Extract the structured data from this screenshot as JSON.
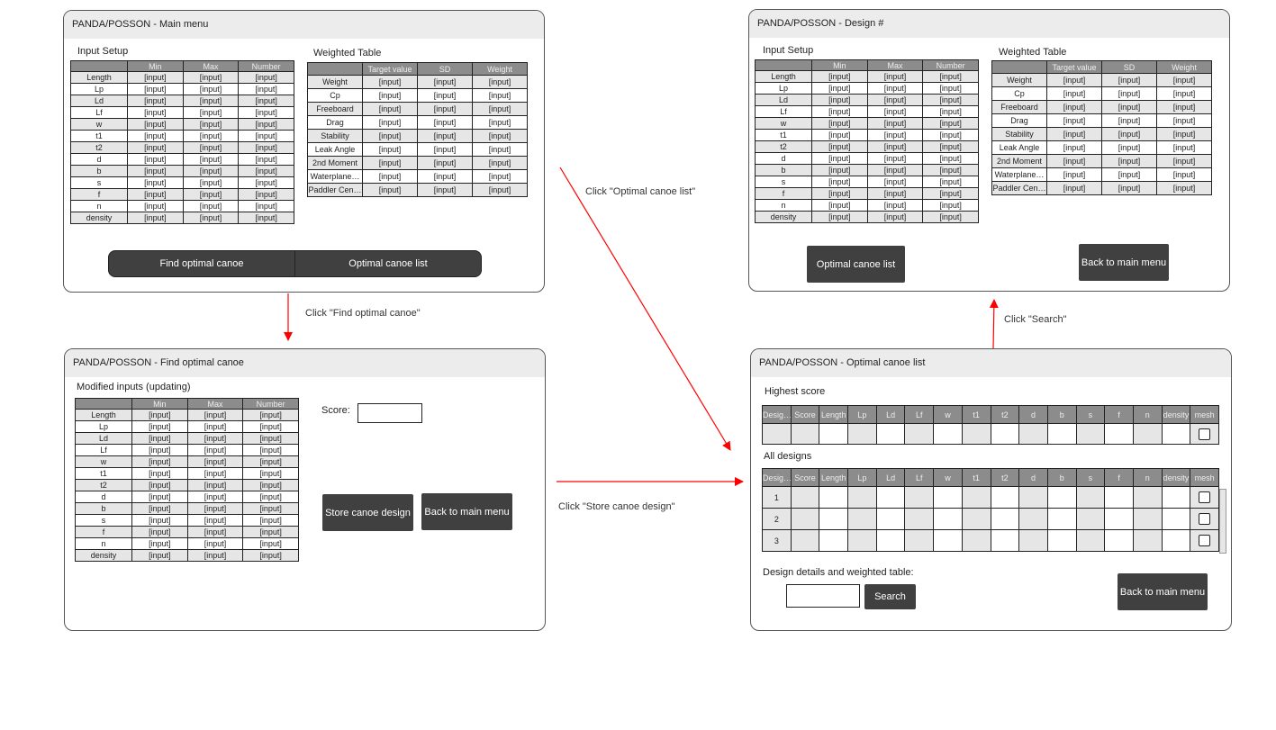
{
  "screens": {
    "main": {
      "title": "PANDA/POSSON - Main menu",
      "input_setup_label": "Input Setup",
      "weighted_label": "Weighted Table",
      "find_btn": "Find optimal canoe",
      "list_btn": "Optimal canoe list"
    },
    "find": {
      "title": "PANDA/POSSON - Find optimal canoe",
      "modified_label": "Modified inputs (updating)",
      "score_label": "Score:",
      "store_btn": "Store canoe design",
      "back_btn": "Back to main menu"
    },
    "design": {
      "title": "PANDA/POSSON - Design #",
      "input_setup_label": "Input Setup",
      "weighted_label": "Weighted Table",
      "list_btn": "Optimal canoe list",
      "back_btn": "Back to main menu"
    },
    "list": {
      "title": "PANDA/POSSON - Optimal canoe list",
      "highest_label": "Highest score",
      "all_label": "All designs",
      "details_label": "Design details and weighted table:",
      "search_btn": "Search",
      "back_btn": "Back to main menu"
    }
  },
  "input_table": {
    "headers": [
      "",
      "Min",
      "Max",
      "Number"
    ],
    "rows": [
      "Length",
      "Lp",
      "Ld",
      "Lf",
      "w",
      "t1",
      "t2",
      "d",
      "b",
      "s",
      "f",
      "n",
      "density"
    ],
    "cell": "[input]"
  },
  "weighted_table": {
    "headers": [
      "",
      "Target value",
      "SD",
      "Weight"
    ],
    "rows": [
      "Weight",
      "Cp",
      "Freeboard",
      "Drag",
      "Stability",
      "Leak Angle",
      "2nd Moment",
      "Waterplane…",
      "Paddler Cen…"
    ],
    "cell": "[input]"
  },
  "designs_table": {
    "headers": [
      "Desig…",
      "Score",
      "Length",
      "Lp",
      "Ld",
      "Lf",
      "w",
      "t1",
      "t2",
      "d",
      "b",
      "s",
      "f",
      "n",
      "density",
      "mesh"
    ],
    "row_numbers": [
      "1",
      "2",
      "3"
    ]
  },
  "annotations": {
    "find": "Click \"Find optimal canoe\"",
    "list": "Click \"Optimal canoe list\"",
    "store": "Click \"Store canoe design\"",
    "search": "Click \"Search\""
  },
  "colors": {
    "arrow": "#ff0000",
    "button": "#404040",
    "header": "#8c8c8c",
    "title_bar": "#ececec"
  }
}
